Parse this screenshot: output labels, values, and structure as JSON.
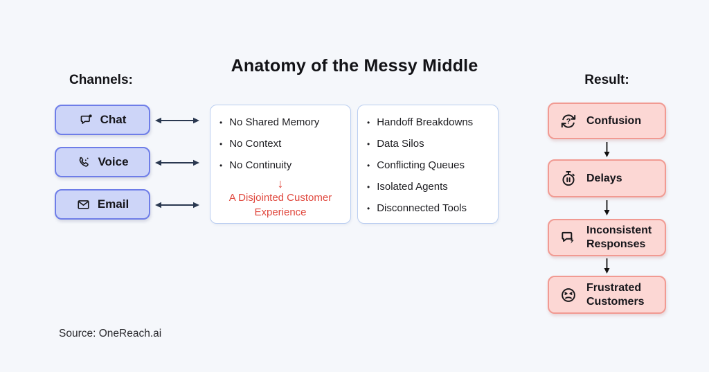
{
  "title": "Anatomy of the Messy Middle",
  "channels": {
    "label": "Channels:",
    "items": [
      {
        "label": "Chat",
        "icon": "chat-icon"
      },
      {
        "label": "Voice",
        "icon": "voice-icon"
      },
      {
        "label": "Email",
        "icon": "email-icon"
      }
    ]
  },
  "middle": {
    "box1": {
      "bullets": [
        "No Shared Memory",
        "No Context",
        "No Continuity"
      ],
      "arrow_glyph": "↓",
      "highlight": "A Disjointed Customer Experience"
    },
    "box2": {
      "bullets": [
        "Handoff Breakdowns",
        "Data Silos",
        "Conflicting Queues",
        "Isolated Agents",
        "Disconnected Tools"
      ]
    }
  },
  "result": {
    "label": "Result:",
    "items": [
      {
        "label": "Confusion",
        "icon": "confusion-icon"
      },
      {
        "label": "Delays",
        "icon": "delays-icon"
      },
      {
        "label": "Inconsistent Responses",
        "icon": "inconsistent-responses-icon"
      },
      {
        "label": "Frustrated Customers",
        "icon": "frustrated-customers-icon"
      }
    ]
  },
  "source": "Source: OneReach.ai",
  "colors": {
    "background": "#f5f7fb",
    "channel_fill": "#cdd5f8",
    "channel_border": "#6e7de8",
    "result_fill": "#fcd7d4",
    "result_border": "#f19a92",
    "middle_box_border": "#b9cdf0",
    "arrow": "#2a3850",
    "accent_red": "#e0473d",
    "text": "#15151a"
  }
}
